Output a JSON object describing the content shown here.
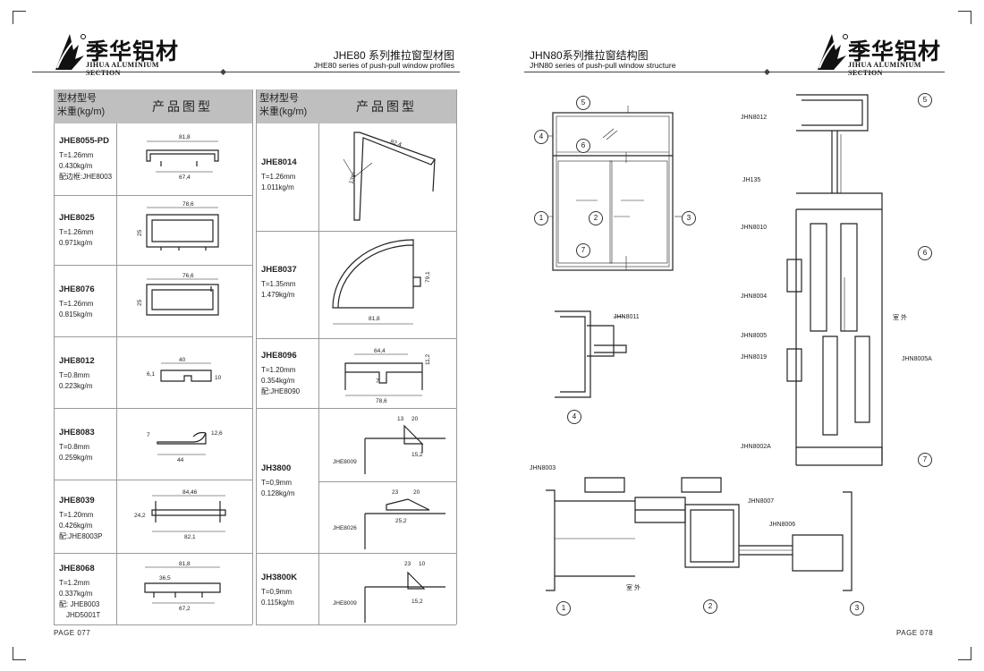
{
  "brand": {
    "name_zh": "季华铝材",
    "name_en": "JIHUA ALUMINIUM SECTION"
  },
  "left_page": {
    "title_zh": "JHE80 系列推拉窗型材图",
    "title_en": "JHE80 series of push-pull window profiles",
    "table_header": {
      "col1_line1": "型材型号",
      "col1_line2": "米重(kg/m)",
      "col2": "产品图型"
    },
    "left_items": [
      {
        "code": "JHE8055-PD",
        "t": "T=1.26mm",
        "w": "0.430kg/m",
        "extra": "配边框:JHE8003",
        "extra2": "",
        "dims": [
          "81,8",
          "67,4"
        ]
      },
      {
        "code": "JHE8025",
        "t": "T=1.26mm",
        "w": "0.971kg/m",
        "extra": "",
        "extra2": "",
        "dims": [
          "78,6",
          "25"
        ]
      },
      {
        "code": "JHE8076",
        "t": "T=1.26mm",
        "w": "0.815kg/m",
        "extra": "",
        "extra2": "",
        "dims": [
          "76,6",
          "25"
        ]
      },
      {
        "code": "JHE8012",
        "t": "T=0.8mm",
        "w": "0.223kg/m",
        "extra": "",
        "extra2": "",
        "dims": [
          "40",
          "6,1",
          "10"
        ]
      },
      {
        "code": "JHE8083",
        "t": "T=0.8mm",
        "w": "0.259kg/m",
        "extra": "",
        "extra2": "",
        "dims": [
          "7",
          "12,6",
          "44"
        ]
      },
      {
        "code": "JHE8039",
        "t": "T=1.20mm",
        "w": "0.426kg/m",
        "extra": "配:JHE8003P",
        "extra2": "",
        "dims": [
          "84,46",
          "24,2",
          "82,1"
        ]
      },
      {
        "code": "JHE8068",
        "t": "T=1.2mm",
        "w": "0.337kg/m",
        "extra": "配: JHE8003",
        "extra2": "JHD5001T",
        "dims": [
          "81,8",
          "36,5",
          "67,2"
        ]
      }
    ],
    "right_items": [
      {
        "code": "JHE8014",
        "t": "T=1.26mm",
        "w": "1.011kg/m",
        "extra": "",
        "dims": [
          "82,4",
          "135°"
        ]
      },
      {
        "code": "JHE8037",
        "t": "T=1.35mm",
        "w": "1.479kg/m",
        "extra": "",
        "dims": [
          "79,1",
          "81,8"
        ]
      },
      {
        "code": "JHE8096",
        "t": "T=1.20mm",
        "w": "0.354kg/m",
        "extra": "配:JHE8090",
        "dims": [
          "64,4",
          "11,2",
          "7",
          "78,6"
        ]
      },
      {
        "code": "JH3800",
        "t": "T=0,9mm",
        "w": "0.128kg/m",
        "extra": "",
        "dims": [
          "13",
          "20",
          "15,2",
          "JHE8009",
          "23",
          "20",
          "25,2",
          "JHE8026"
        ]
      },
      {
        "code": "JH3800K",
        "t": "T=0,9mm",
        "w": "0.115kg/m",
        "extra": "",
        "dims": [
          "23",
          "10",
          "15,2",
          "JHE8009"
        ]
      }
    ],
    "page_no": "PAGE 077"
  },
  "right_page": {
    "title_zh": "JHN80系列推拉窗结构图",
    "title_en": "JHN80 series of push-pull window structure",
    "callouts": [
      "1",
      "2",
      "3",
      "4",
      "5",
      "6",
      "7"
    ],
    "labels": {
      "jhn8011": "JHN8011",
      "jhn8012": "JHN8012",
      "jh135": "JH135",
      "jhn8010": "JHN8010",
      "jhn8004": "JHN8004",
      "jhn8005": "JHN8005",
      "jhn8019": "JHN8019",
      "jhn8005a": "JHN8005A",
      "jhn8002a": "JHN8002A",
      "jhn8003": "JHN8003",
      "jhn8007": "JHN8007",
      "jhn8006": "JHN8006",
      "outdoor": "室 外",
      "outdoor2": "室 外"
    },
    "page_no": "PAGE 078"
  }
}
